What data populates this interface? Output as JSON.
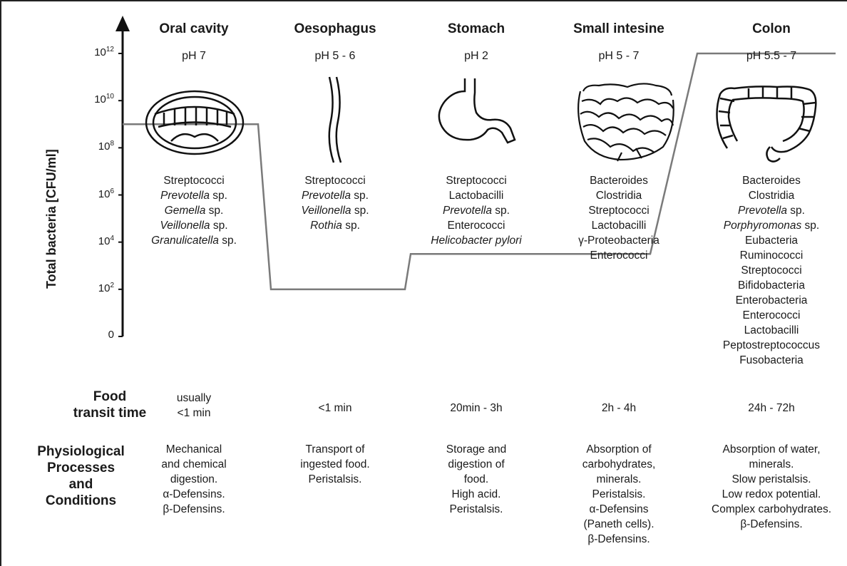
{
  "y_axis": {
    "title": "Total bacteria [CFU/ml]",
    "ticks": [
      {
        "base": "10",
        "exp": "12",
        "value": 12
      },
      {
        "base": "10",
        "exp": "10",
        "value": 10
      },
      {
        "base": "10",
        "exp": "8",
        "value": 8
      },
      {
        "base": "10",
        "exp": "6",
        "value": 6
      },
      {
        "base": "10",
        "exp": "4",
        "value": 4
      },
      {
        "base": "10",
        "exp": "2",
        "value": 2
      },
      {
        "base": "0",
        "exp": "",
        "value": 0
      }
    ]
  },
  "sections": [
    {
      "title": "Oral cavity",
      "ph": "pH 7",
      "organ_icon": "mouth-icon",
      "bacteria": [
        {
          "pre": "",
          "it": "",
          "post": "Streptococci"
        },
        {
          "pre": "",
          "it": "Prevotella",
          "post": " sp."
        },
        {
          "pre": "",
          "it": "Gemella",
          "post": " sp."
        },
        {
          "pre": "",
          "it": "Veillonella",
          "post": " sp."
        },
        {
          "pre": "",
          "it": "Granulicatella",
          "post": " sp."
        }
      ],
      "transit": [
        "usually",
        "<1 min"
      ],
      "processes": [
        "Mechanical",
        "and chemical",
        "digestion.",
        "α-Defensins.",
        "β-Defensins."
      ]
    },
    {
      "title": "Oesophagus",
      "ph": "pH 5 - 6",
      "organ_icon": "oesophagus-icon",
      "bacteria": [
        {
          "pre": "",
          "it": "",
          "post": "Streptococci"
        },
        {
          "pre": "",
          "it": "Prevotella",
          "post": " sp."
        },
        {
          "pre": "",
          "it": "Veillonella",
          "post": " sp."
        },
        {
          "pre": "",
          "it": "Rothia",
          "post": " sp."
        }
      ],
      "transit": [
        "<1 min"
      ],
      "processes": [
        "Transport of",
        "ingested food.",
        "Peristalsis."
      ]
    },
    {
      "title": "Stomach",
      "ph": "pH 2",
      "organ_icon": "stomach-icon",
      "bacteria": [
        {
          "pre": "",
          "it": "",
          "post": "Streptococci"
        },
        {
          "pre": "",
          "it": "",
          "post": "Lactobacilli"
        },
        {
          "pre": "",
          "it": "Prevotella",
          "post": " sp."
        },
        {
          "pre": "",
          "it": "",
          "post": "Enterococci"
        },
        {
          "pre": "",
          "it": "Helicobacter pylori",
          "post": ""
        }
      ],
      "transit": [
        "20min - 3h"
      ],
      "processes": [
        "Storage and",
        "digestion of",
        "food.",
        "High acid.",
        "Peristalsis."
      ]
    },
    {
      "title": "Small intesine",
      "ph": "pH 5 - 7",
      "organ_icon": "small-intestine-icon",
      "bacteria": [
        {
          "pre": "",
          "it": "",
          "post": "Bacteroides"
        },
        {
          "pre": "",
          "it": "",
          "post": "Clostridia"
        },
        {
          "pre": "",
          "it": "",
          "post": "Streptococci"
        },
        {
          "pre": "",
          "it": "",
          "post": "Lactobacilli"
        },
        {
          "pre": "",
          "it": "",
          "post": "γ-Proteobacteria"
        },
        {
          "pre": "",
          "it": "",
          "post": "Enterococci"
        }
      ],
      "transit": [
        "2h - 4h"
      ],
      "processes": [
        "Absorption of",
        "carbohydrates,",
        "minerals.",
        "Peristalsis.",
        "α-Defensins",
        "(Paneth cells).",
        "β-Defensins."
      ]
    },
    {
      "title": "Colon",
      "ph": "pH 5.5 - 7",
      "organ_icon": "colon-icon",
      "bacteria": [
        {
          "pre": "",
          "it": "",
          "post": "Bacteroides"
        },
        {
          "pre": "",
          "it": "",
          "post": "Clostridia"
        },
        {
          "pre": "",
          "it": "Prevotella",
          "post": " sp."
        },
        {
          "pre": "",
          "it": "Porphyromonas",
          "post": " sp."
        },
        {
          "pre": "",
          "it": "",
          "post": "Eubacteria"
        },
        {
          "pre": "",
          "it": "",
          "post": "Ruminococci"
        },
        {
          "pre": "",
          "it": "",
          "post": "Streptococci"
        },
        {
          "pre": "",
          "it": "",
          "post": "Bifidobacteria"
        },
        {
          "pre": "",
          "it": "",
          "post": "Enterobacteria"
        },
        {
          "pre": "",
          "it": "",
          "post": "Enterococci"
        },
        {
          "pre": "",
          "it": "",
          "post": "Lactobacilli"
        },
        {
          "pre": "",
          "it": "",
          "post": "Peptostreptococcus"
        },
        {
          "pre": "",
          "it": "",
          "post": "Fusobacteria"
        }
      ],
      "transit": [
        "24h - 72h"
      ],
      "processes": [
        "Absorption of water,",
        "minerals.",
        "Slow peristalsis.",
        "Low redox potential.",
        "Complex carbohydrates.",
        "β-Defensins."
      ]
    }
  ],
  "row_labels": {
    "transit": [
      "Food",
      "transit time"
    ],
    "processes": [
      "Physiological",
      "Processes",
      "and",
      "Conditions"
    ]
  },
  "bacteria_level_log10": [
    9,
    9,
    2,
    2,
    3.5,
    3.5,
    12,
    12
  ],
  "line_color": "#7a7a7a"
}
